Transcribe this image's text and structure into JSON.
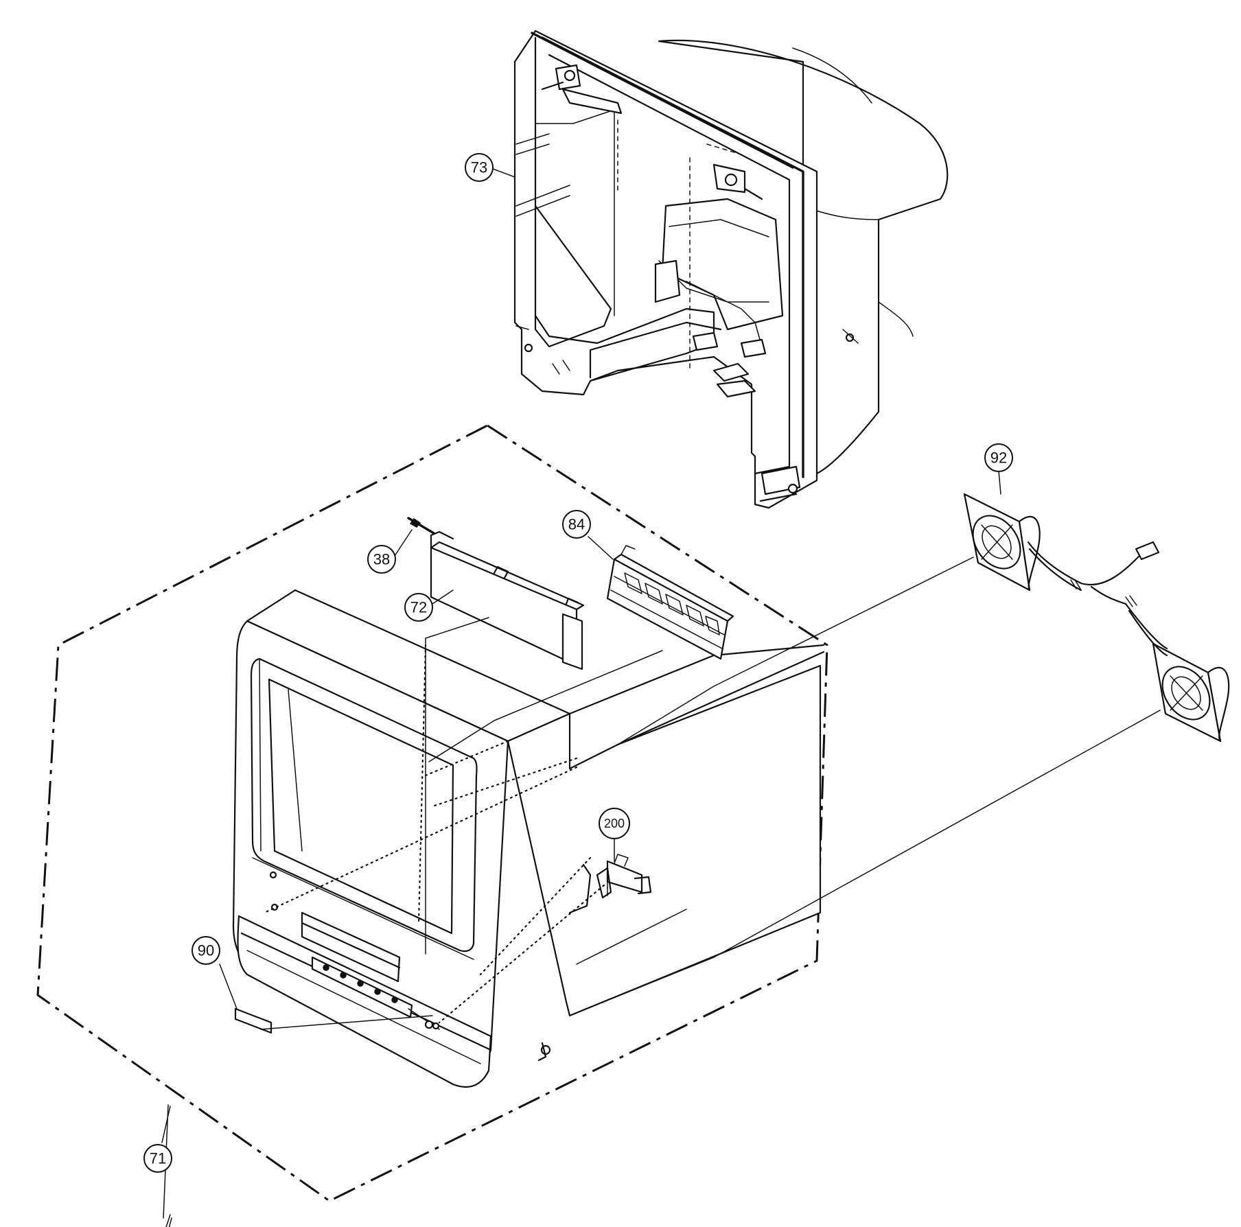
{
  "callouts": {
    "c73": "73",
    "c92": "92",
    "c84": "84",
    "c38": "38",
    "c72": "72",
    "c200": "200",
    "c90": "90",
    "c71": "71"
  },
  "colors": {
    "line": "#111111",
    "background": "#ffffff"
  }
}
